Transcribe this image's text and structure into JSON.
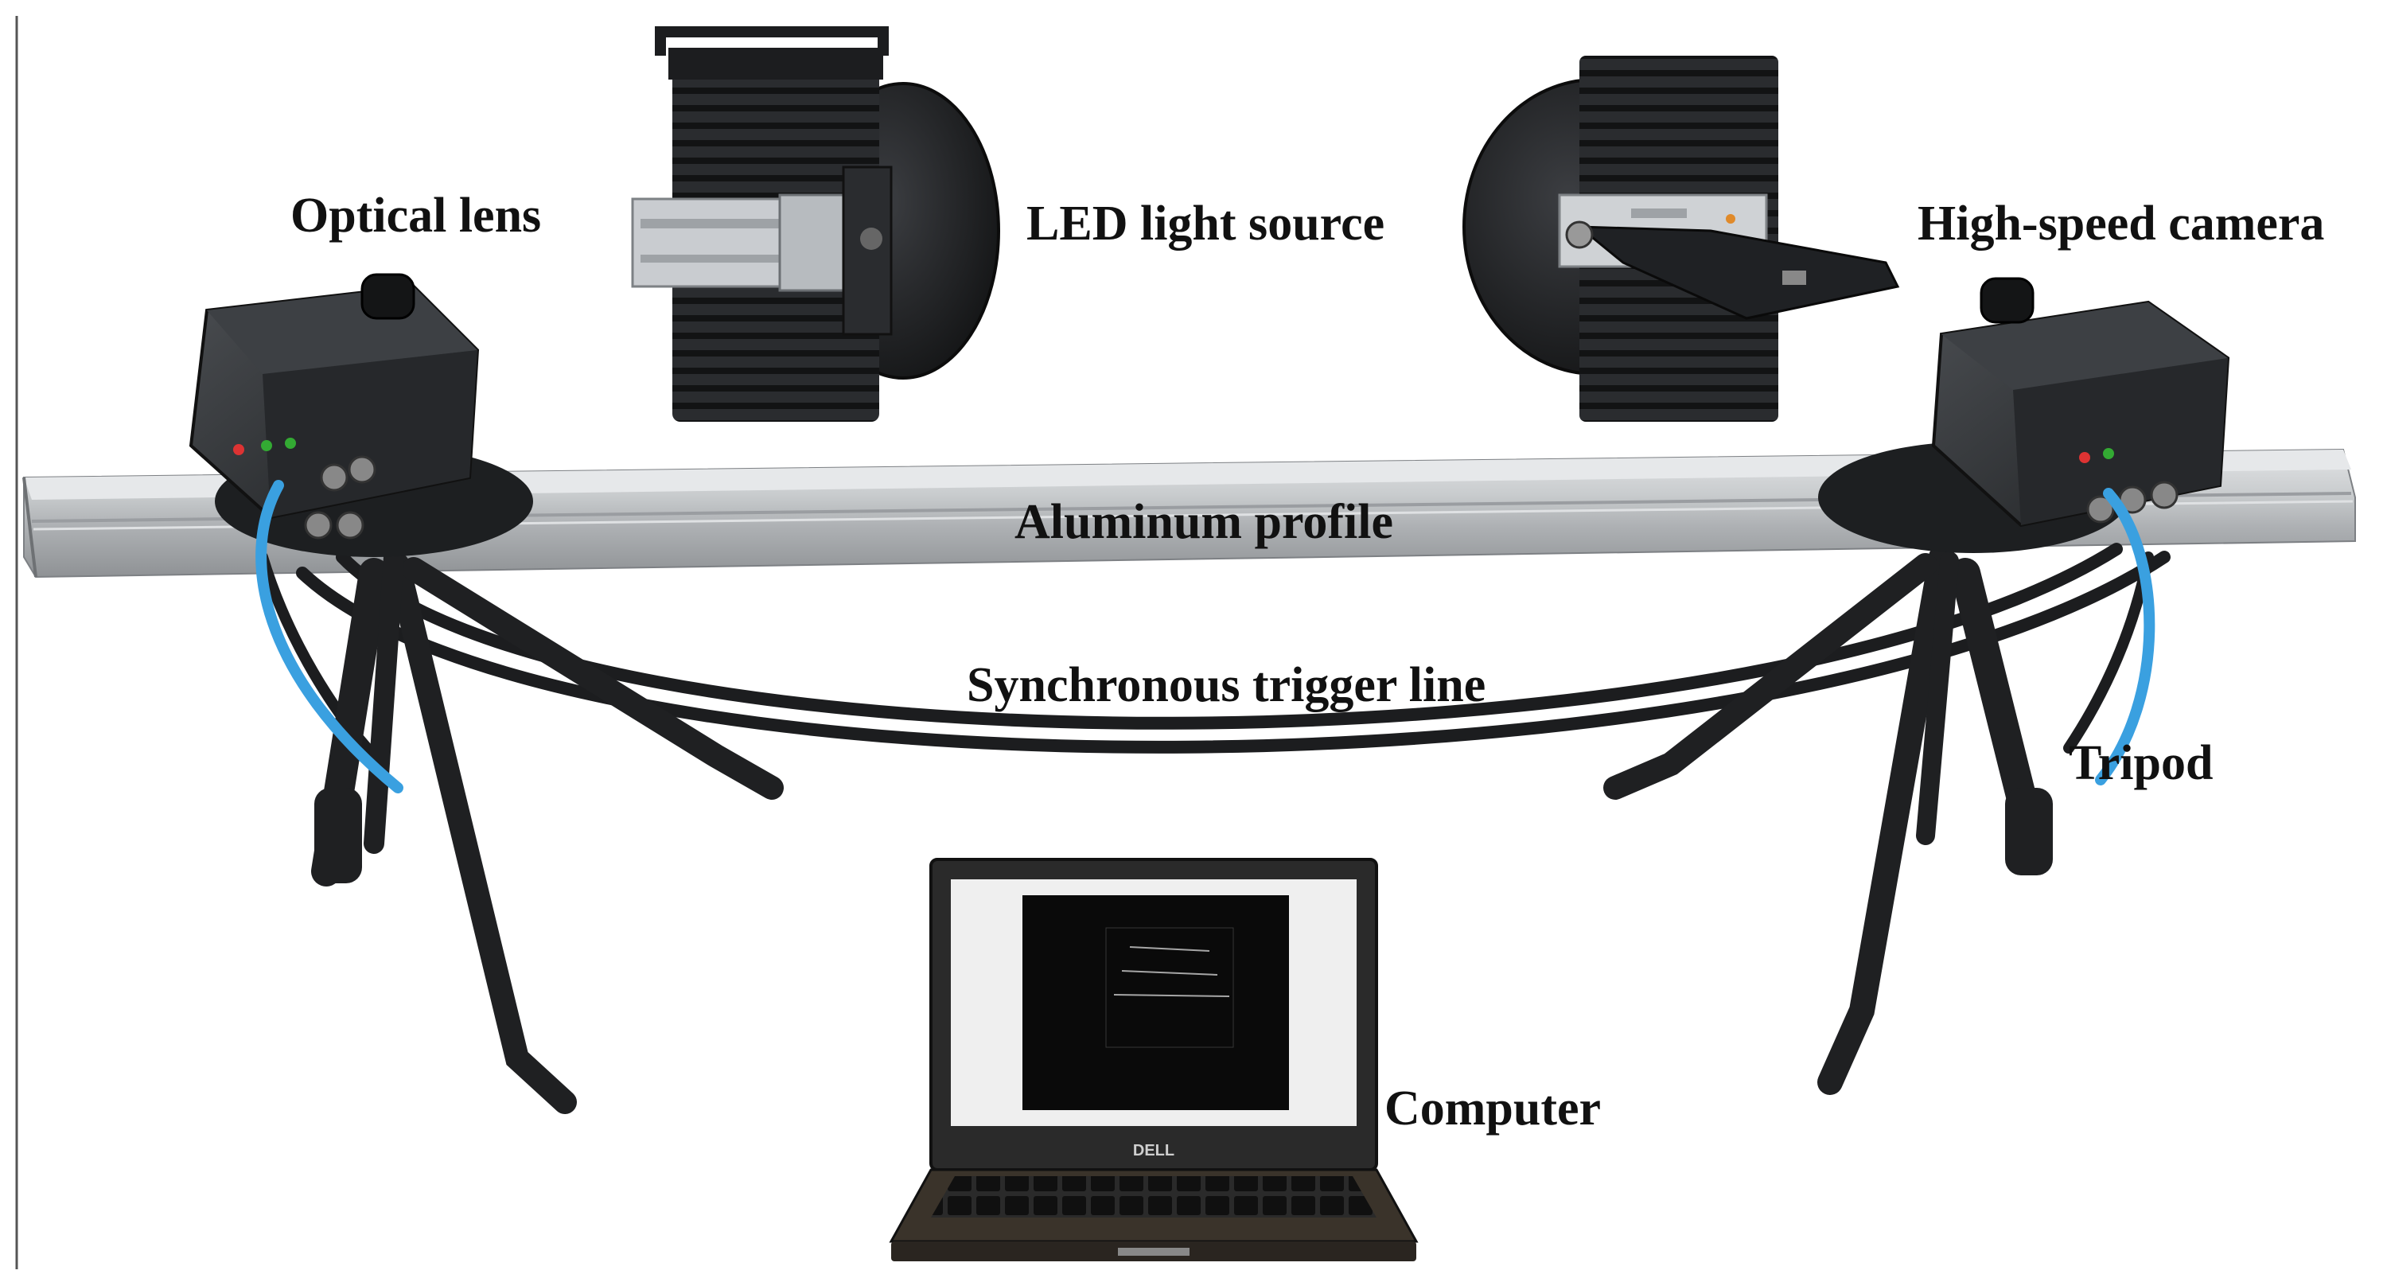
{
  "labels": {
    "optical_lens": "Optical lens",
    "led_light_source": "LED light source",
    "high_speed_camera": "High-speed camera",
    "aluminum_profile": "Aluminum profile",
    "synchronous_trigger_line": "Synchronous trigger line",
    "tripod": "Tripod",
    "computer": "Computer"
  },
  "laptop_brand": "DELL",
  "colors": {
    "rail": "#b9bcbf",
    "camera_body": "#2b2d30",
    "cable": "#1c1d1f",
    "blue_cable": "#3aa0e0",
    "light_fixture": "#2c2e31",
    "laptop_screen": "#0a0a0a"
  }
}
